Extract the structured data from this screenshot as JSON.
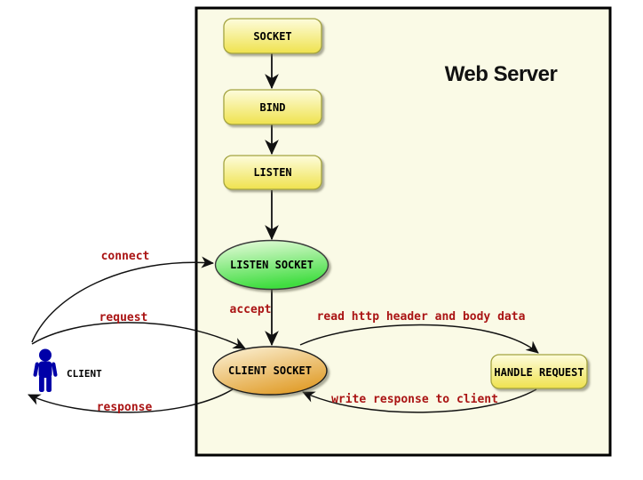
{
  "title": "Web Server",
  "client": {
    "label": "CLIENT"
  },
  "nodes": {
    "socket": {
      "label": "SOCKET"
    },
    "bind": {
      "label": "BIND"
    },
    "listen": {
      "label": "LISTEN"
    },
    "listen_socket": {
      "label": "LISTEN SOCKET"
    },
    "client_socket": {
      "label": "CLIENT SOCKET"
    },
    "handle_request": {
      "label": "HANDLE REQUEST"
    }
  },
  "edges": {
    "connect": {
      "label": "connect"
    },
    "accept": {
      "label": "accept"
    },
    "request": {
      "label": "request"
    },
    "response": {
      "label": "response"
    },
    "read_http": {
      "label": "read http header and body data"
    },
    "write_response": {
      "label": "write response to client"
    }
  },
  "colors": {
    "canvas": "#FFFFFF",
    "server_box_fill": "#FAFAE6",
    "server_box_border": "#000000",
    "node_yellow_top": "#FDFCDC",
    "node_yellow_bottom": "#EFE24E",
    "node_yellow_border": "#A3A33F",
    "green_top": "#ECFCE0",
    "green_bottom": "#41DD41",
    "green_border": "#3A3A3A",
    "orange_top": "#FCF4DC",
    "orange_bottom": "#E2A133",
    "orange_border": "#1A1A1A",
    "edge_label_color": "#AA1414",
    "arrow_color": "#111111",
    "node_text_color": "#000000",
    "client_figure_color": "#0000A8"
  }
}
